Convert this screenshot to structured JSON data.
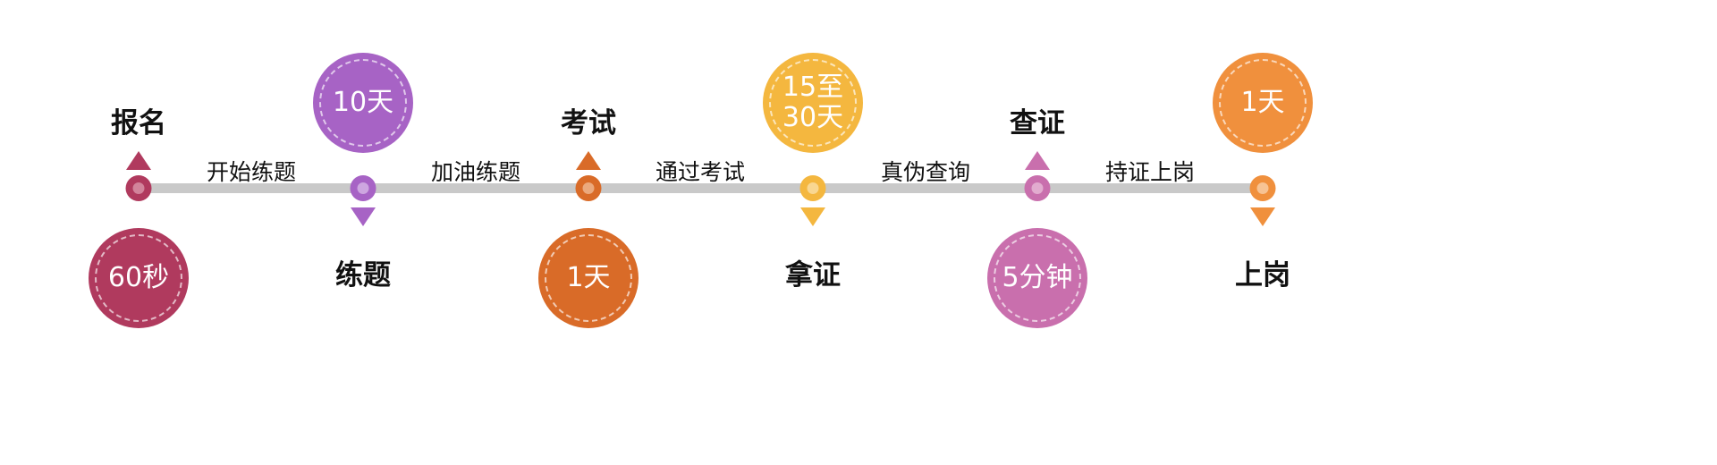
{
  "timeline": {
    "bar_color": "#c9c9c9",
    "nodes": [
      {
        "label": "报名",
        "duration": "60秒",
        "color": "#b03a5e",
        "color_light": "#d2849b"
      },
      {
        "label": "练题",
        "duration": "10天",
        "color": "#a763c5",
        "color_light": "#cda6e0"
      },
      {
        "label": "考试",
        "duration": "1天",
        "color": "#d96b28",
        "color_light": "#eba97d"
      },
      {
        "label": "拿证",
        "duration": "15至\n30天",
        "color": "#f4b73f",
        "color_light": "#f9d791"
      },
      {
        "label": "查证",
        "duration": "5分钟",
        "color": "#c96fad",
        "color_light": "#e2abcf"
      },
      {
        "label": "上岗",
        "duration": "1天",
        "color": "#f0903d",
        "color_light": "#f7c393"
      }
    ],
    "edges": [
      {
        "label": "开始练题"
      },
      {
        "label": "加油练题"
      },
      {
        "label": "通过考试"
      },
      {
        "label": "真伪查询"
      },
      {
        "label": "持证上岗"
      }
    ]
  }
}
